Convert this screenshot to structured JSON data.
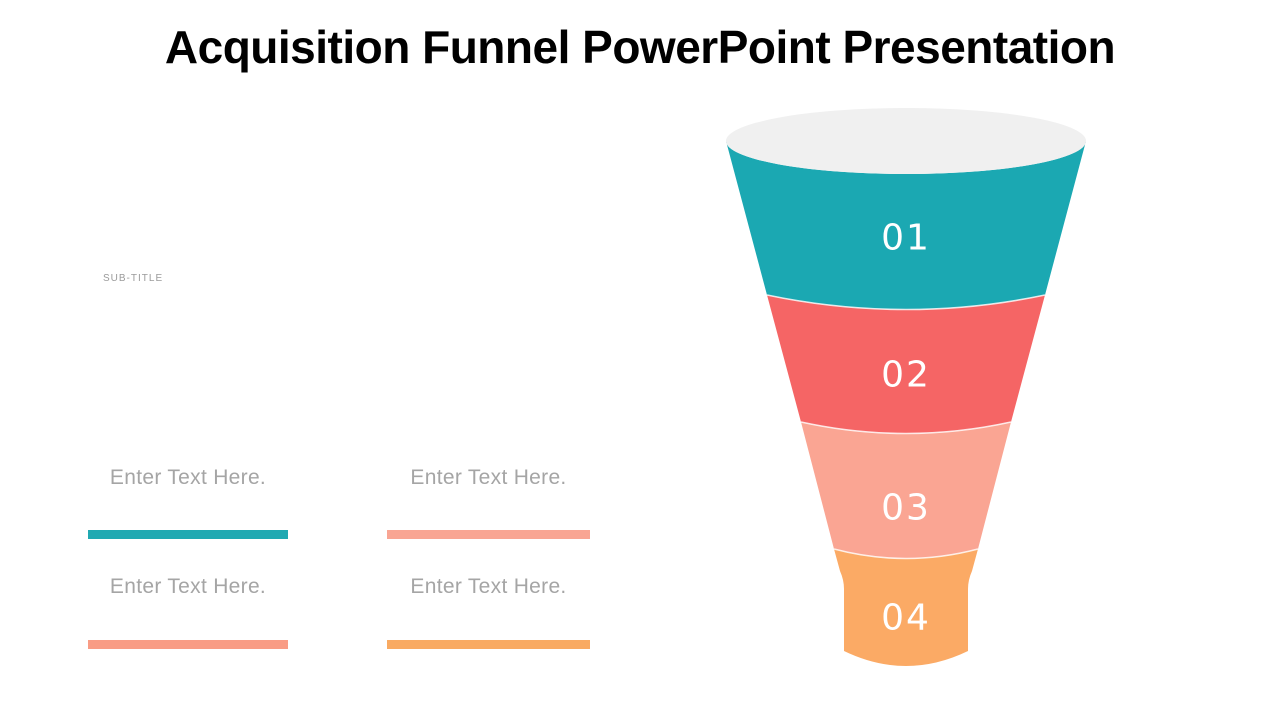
{
  "slide": {
    "title": "Acquisition Funnel PowerPoint Presentation",
    "subtitle_label": "SUB-TITLE"
  },
  "funnel": {
    "top_fill": "#F0F0F0",
    "segments": [
      {
        "label": "01",
        "color": "#1BA8B2"
      },
      {
        "label": "02",
        "color": "#F56565"
      },
      {
        "label": "03",
        "color": "#FAA593"
      },
      {
        "label": "04",
        "color": "#FBAA65"
      }
    ]
  },
  "text_items": [
    {
      "label": "Enter Text Here.",
      "bar_color": "#20A9B2"
    },
    {
      "label": "Enter Text Here.",
      "bar_color": "#F9A593"
    },
    {
      "label": "Enter Text Here.",
      "bar_color": "#F99C85"
    },
    {
      "label": "Enter Text Here.",
      "bar_color": "#F9AA62"
    }
  ]
}
